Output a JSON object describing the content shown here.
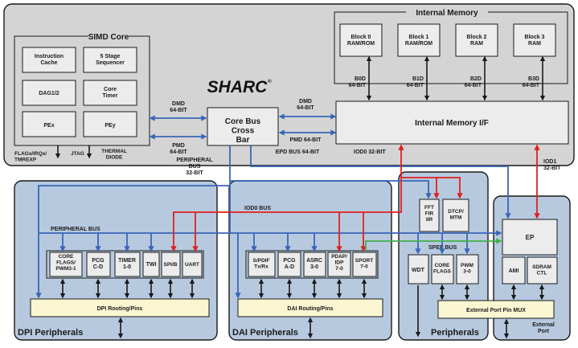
{
  "colors": {
    "blue_bus": "#3a66b8",
    "red_bus": "#e0201f",
    "green_bus": "#3fb04a",
    "blue_region": "#b7c9df",
    "core_region": "#d4d4d4",
    "routing_fill": "#fbf6d2"
  },
  "logo": "SHARC",
  "simd": {
    "title": "SIMD Core",
    "blocks": [
      "Instruction Cache",
      "5 Stage Sequencer",
      "DAG1/2",
      "Core Timer",
      "PEx",
      "PEy"
    ]
  },
  "core_labels": {
    "flags": "FLAGx/IRQx/ TMREXP",
    "jtag": "JTAG",
    "thermal": "THERMAL DIODE"
  },
  "mid_bus": {
    "dmd": "DMD 64-BIT",
    "pmd": "PMD 64-BIT",
    "dmd_r": "DMD 64-BIT",
    "pmd_r": "PMD 64-BIT",
    "epd": "EPD BUS 64-BIT",
    "periph": "PERIPHERAL BUS 32-BIT"
  },
  "crossbar": "Core Bus Cross Bar",
  "memory": {
    "title": "Internal Memory",
    "blocks": [
      "Block 0 RAM/ROM",
      "Block 1 RAM/ROM",
      "Block 2 RAM",
      "Block 3 RAM"
    ],
    "bus_labels": [
      "B0D 64-BIT",
      "B1D 64-BIT",
      "B2D 64-BIT",
      "B3D 64-BIT"
    ],
    "interface": "Internal Memory I/F",
    "iod0": "IOD0 32-BIT",
    "iod1": "IOD1 32-BIT"
  },
  "dpi": {
    "title": "DPI Peripherals",
    "bus": "PERIPHERAL BUS",
    "blocks": [
      "CORE FLAGS/ PWM3-1",
      "PCG C-D",
      "TIMER 1-0",
      "TWI",
      "SPI/B",
      "UART"
    ],
    "routing": "DPI Routing/Pins"
  },
  "dai": {
    "title": "DAI Peripherals",
    "iod0_bus": "IOD0 BUS",
    "blocks": [
      "S/PDIF Tx/Rx",
      "PCG A-D",
      "ASRC 3-0",
      "PDAP/ IDP 7-0",
      "SPORT 7-0"
    ],
    "routing": "DAI Routing/Pins"
  },
  "periph": {
    "title": "Peripherals",
    "accel": [
      "FFT FIR IIR",
      "DTCP/ MTM"
    ],
    "spep": "SPEP BUS",
    "blocks": [
      "WDT",
      "CORE FLAGS",
      "PWM 3-0"
    ],
    "mux": "External Port Pin MUX"
  },
  "ext": {
    "title": "External Port",
    "ep": "EP",
    "ami": "AMI",
    "sdram": "SDRAM CTL"
  }
}
